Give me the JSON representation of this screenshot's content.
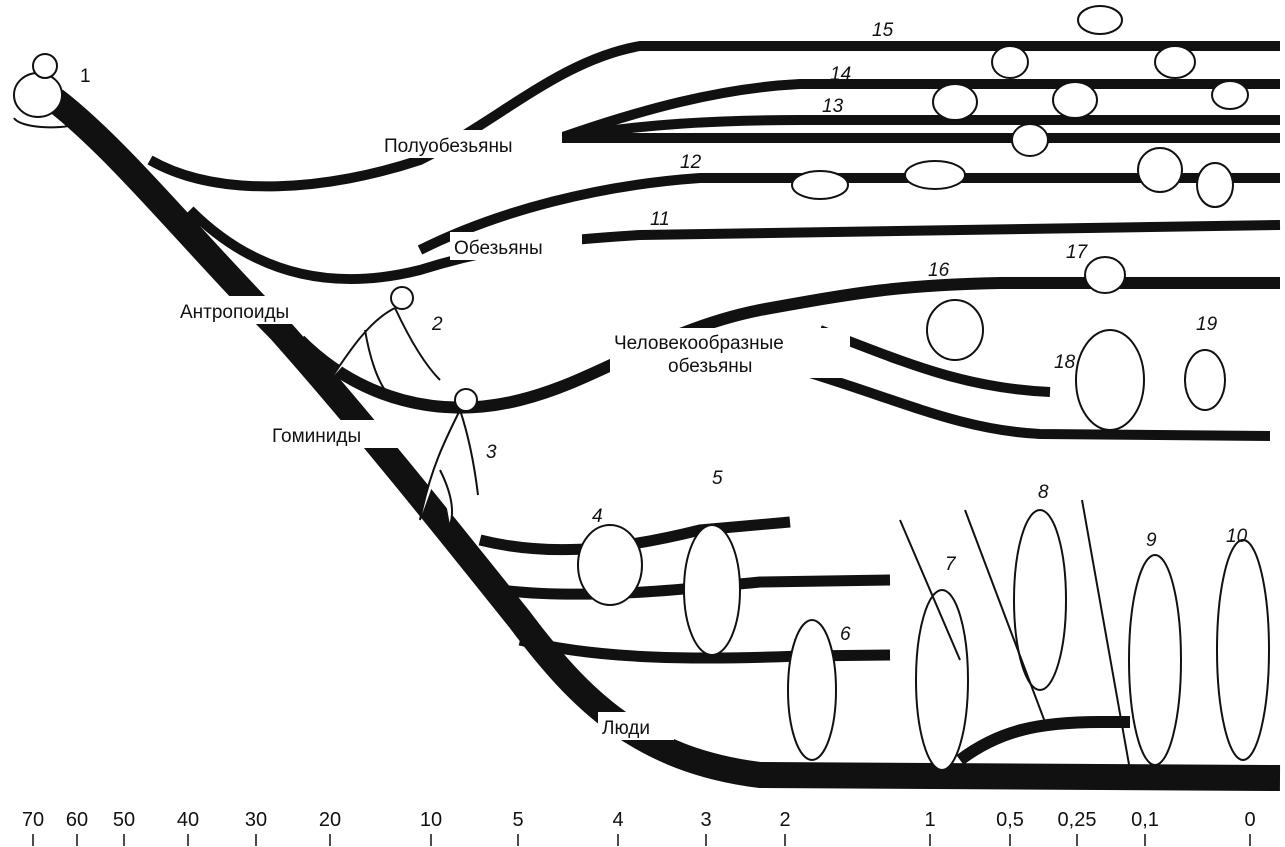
{
  "groups": {
    "prosimians": "Полуобезьяны",
    "monkeys": "Обезьяны",
    "anthropoids": "Антропоиды",
    "apes_line1": "Человекообразные",
    "apes_line2": "обезьяны",
    "hominids": "Гоминиды",
    "humans": "Люди"
  },
  "numbers": [
    "1",
    "2",
    "3",
    "4",
    "5",
    "6",
    "7",
    "8",
    "9",
    "10",
    "11",
    "12",
    "13",
    "14",
    "15",
    "16",
    "17",
    "18",
    "19"
  ],
  "time_axis": {
    "ticks": [
      "70",
      "60",
      "50",
      "40",
      "30",
      "20",
      "10",
      "5",
      "4",
      "3",
      "2",
      "1",
      "0,5",
      "0,25",
      "0,1",
      "0"
    ]
  },
  "colors": {
    "ink": "#111111",
    "paper": "#ffffff"
  }
}
